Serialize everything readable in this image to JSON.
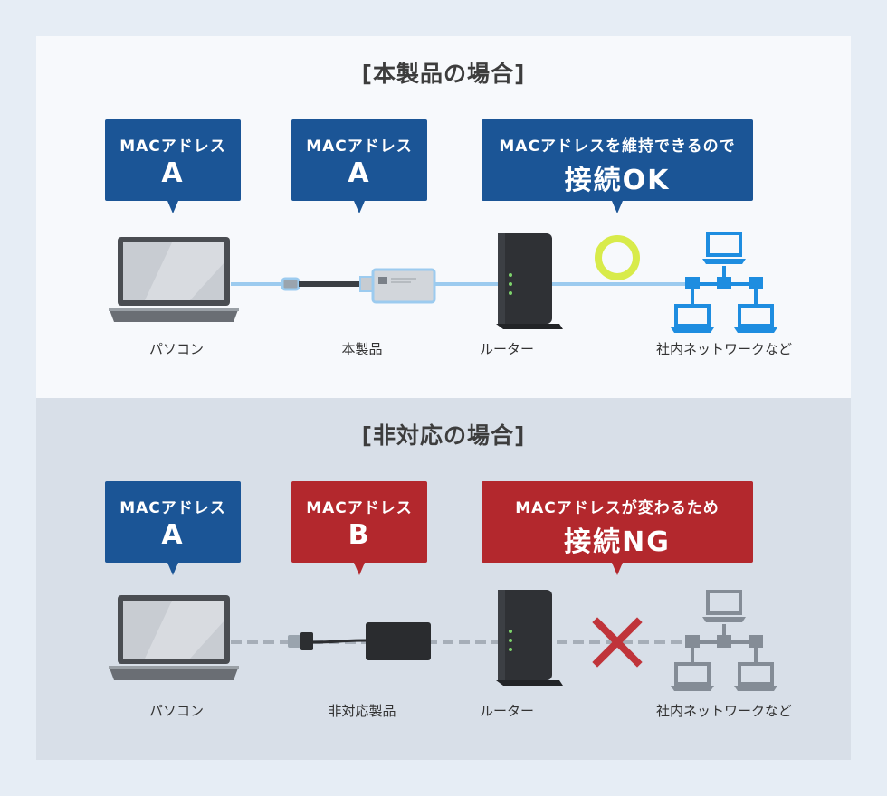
{
  "top": {
    "title": "[本製品の場合]",
    "bubbles": [
      {
        "line1": "MACアドレス",
        "line2": "A"
      },
      {
        "line1": "MACアドレス",
        "line2": "A"
      },
      {
        "line1": "MACアドレスを維持できるので",
        "line2": "接続OK"
      }
    ],
    "labels": [
      "パソコン",
      "本製品",
      "ルーター",
      "社内ネットワークなど"
    ]
  },
  "bottom": {
    "title": "[非対応の場合]",
    "bubbles": [
      {
        "line1": "MACアドレス",
        "line2": "A"
      },
      {
        "line1": "MACアドレス",
        "line2": "B"
      },
      {
        "line1": "MACアドレスが変わるため",
        "line2": "接続NG"
      }
    ],
    "labels": [
      "パソコン",
      "非対応製品",
      "ルーター",
      "社内ネットワークなど"
    ]
  },
  "colors": {
    "blue": "#1b5596",
    "red": "#b3282d",
    "ok_ring": "#d8eb4a",
    "ng_cross": "#c0343a",
    "cable_ok": "#9ccbef",
    "cable_ng": "#a6aeb8"
  },
  "icons": [
    "laptop-icon",
    "adapter-icon",
    "router-icon",
    "network-icon",
    "ok-circle-icon",
    "ng-cross-icon"
  ]
}
